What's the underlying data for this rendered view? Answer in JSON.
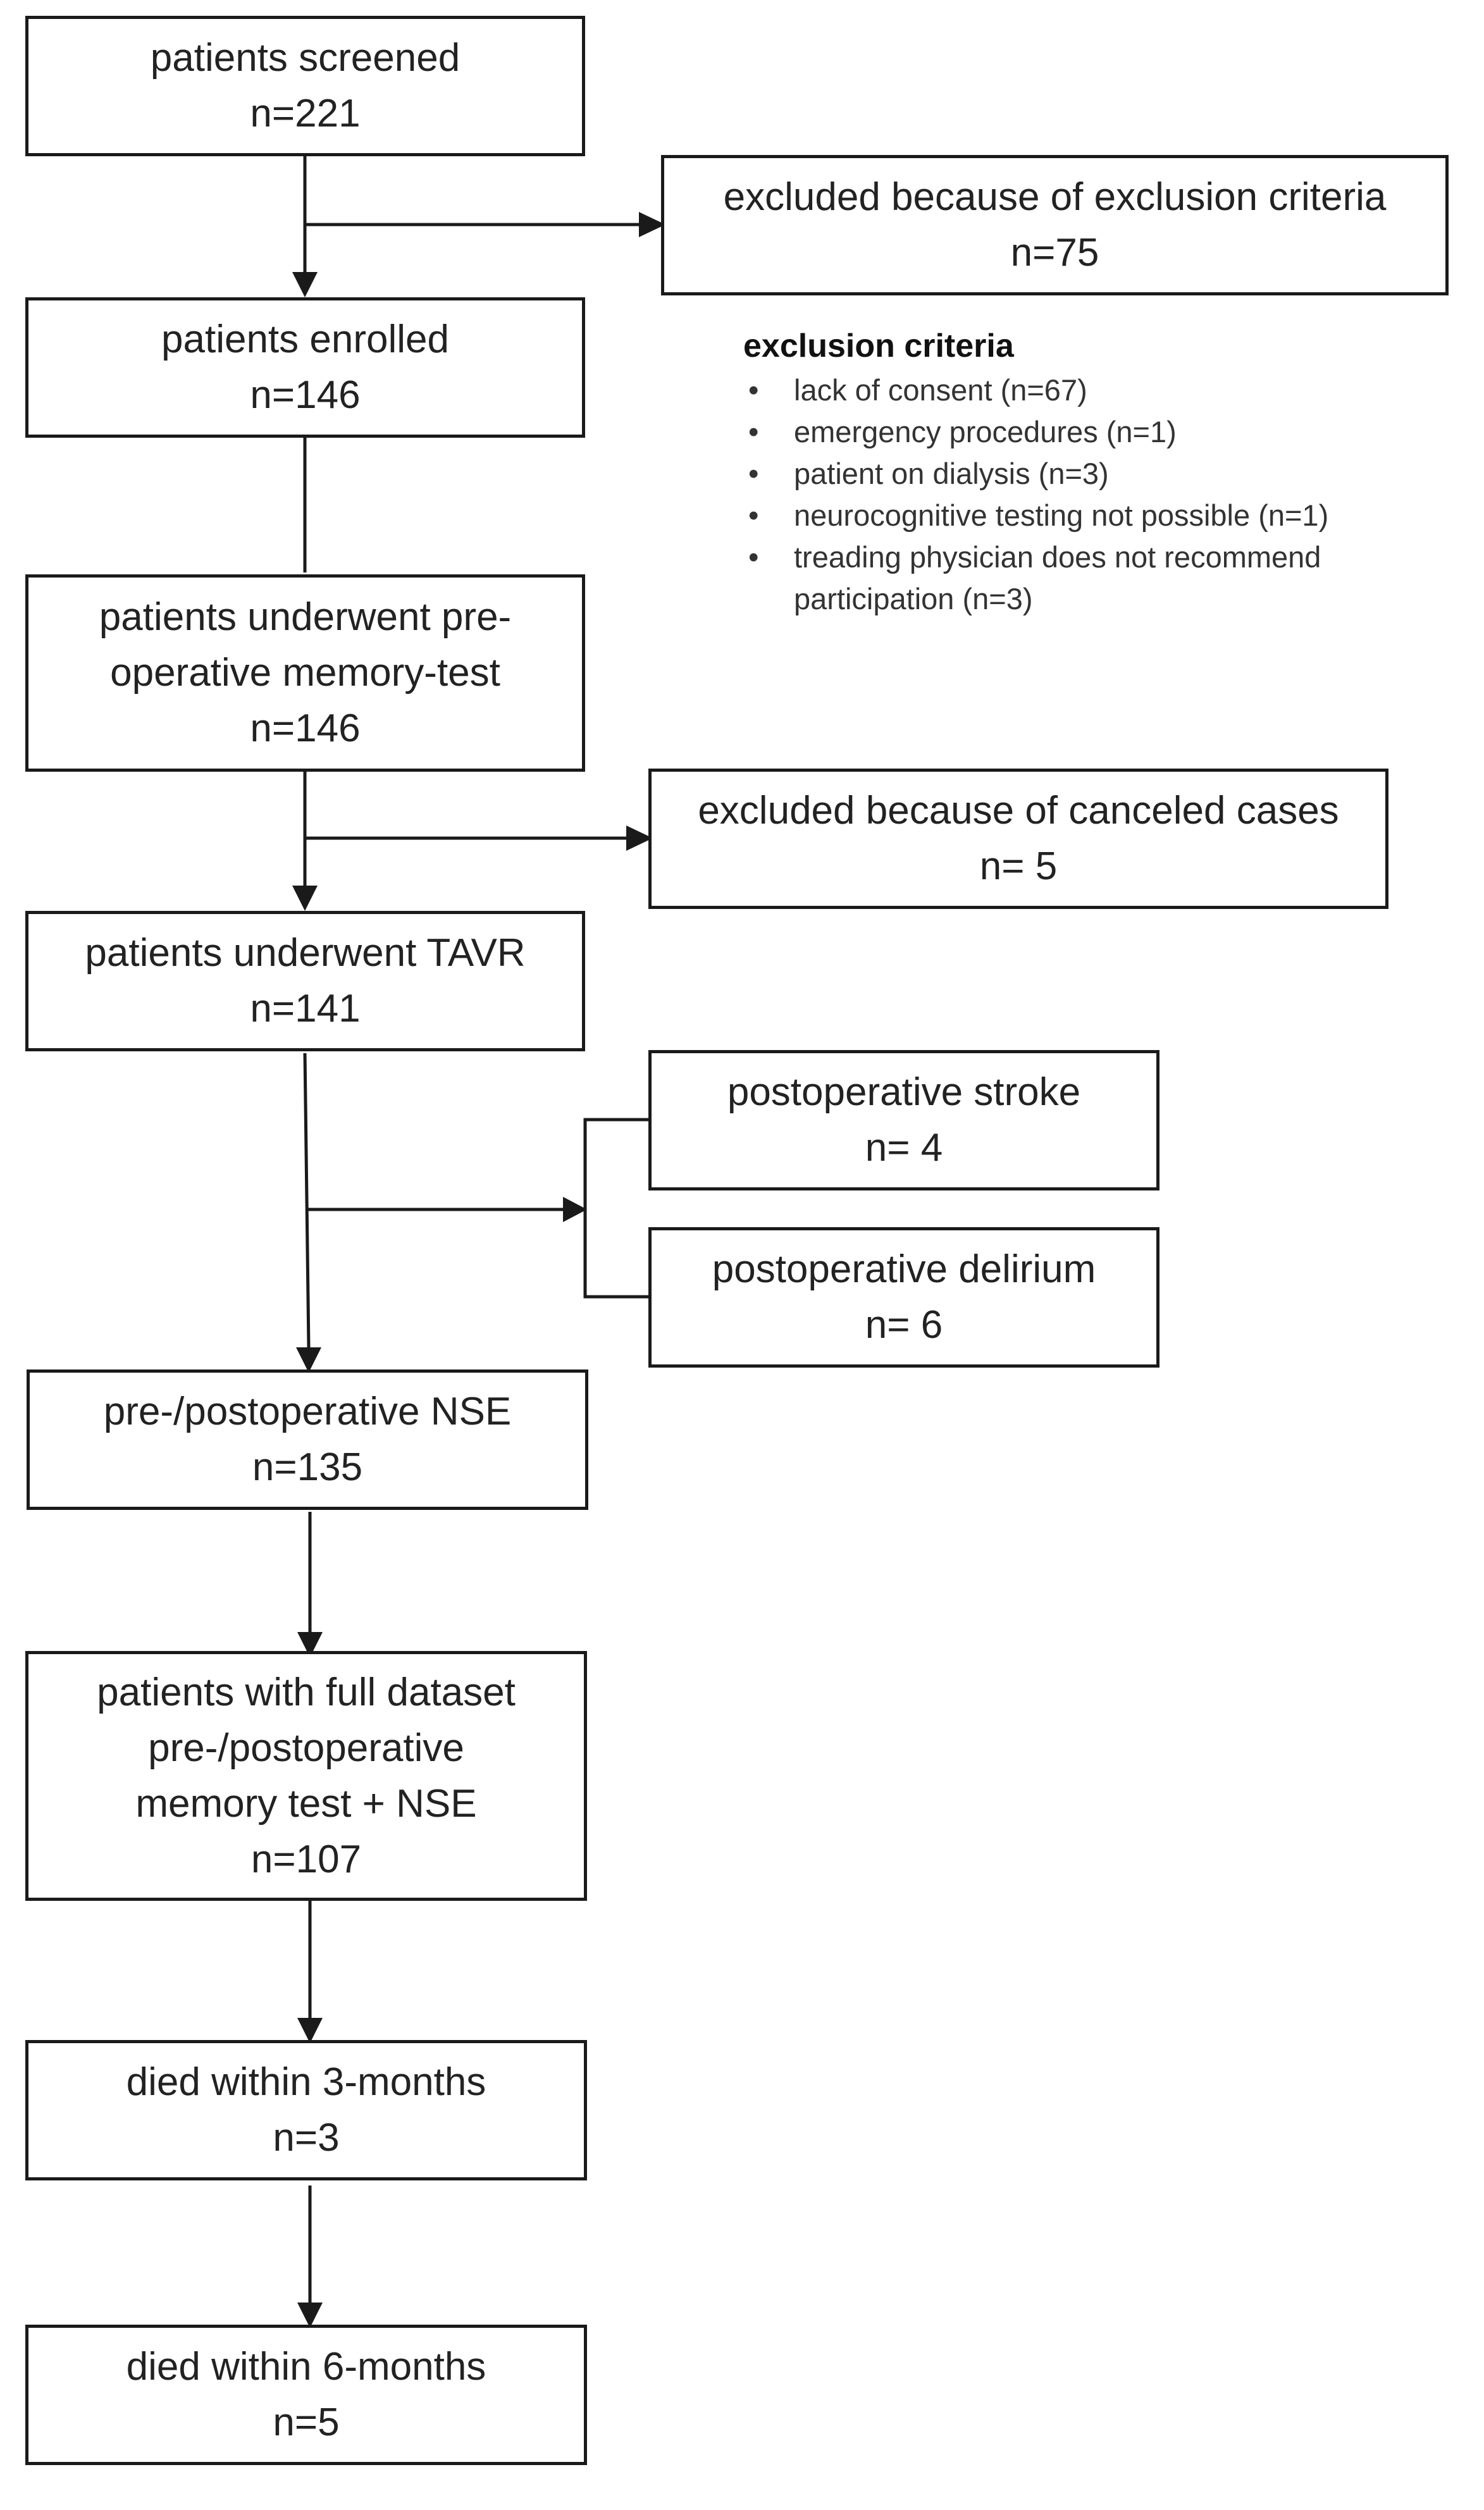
{
  "boxes": {
    "screened": {
      "label": "patients screened",
      "n": "n=221"
    },
    "excluded_criteria": {
      "label": "excluded because of exclusion criteria",
      "n": "n=75"
    },
    "enrolled": {
      "label": "patients enrolled",
      "n": "n=146"
    },
    "memory_test": {
      "label1": "patients underwent pre-",
      "label2": "operative memory-test",
      "n": "n=146"
    },
    "canceled": {
      "label": "excluded because of canceled cases",
      "n": "n= 5"
    },
    "tavr": {
      "label": "patients underwent TAVR",
      "n": "n=141"
    },
    "stroke": {
      "label": "postoperative stroke",
      "n": "n= 4"
    },
    "delirium": {
      "label": "postoperative delirium",
      "n": "n= 6"
    },
    "nse": {
      "label": "pre-/postoperative NSE",
      "n": "n=135"
    },
    "full_dataset": {
      "label1": "patients with full dataset",
      "label2": "pre-/postoperative",
      "label3": "memory test + NSE",
      "n": "n=107"
    },
    "died3": {
      "label": "died within 3-months",
      "n": "n=3"
    },
    "died6": {
      "label": "died within 6-months",
      "n": "n=5"
    }
  },
  "exclusion_criteria": {
    "title": "exclusion criteria",
    "bullet": "•",
    "items": [
      "lack of consent (n=67)",
      "emergency procedures (n=1)",
      "patient on dialysis (n=3)",
      "neurocognitive testing not possible (n=1)",
      "treading physician does not recommend participation  (n=3)"
    ]
  }
}
